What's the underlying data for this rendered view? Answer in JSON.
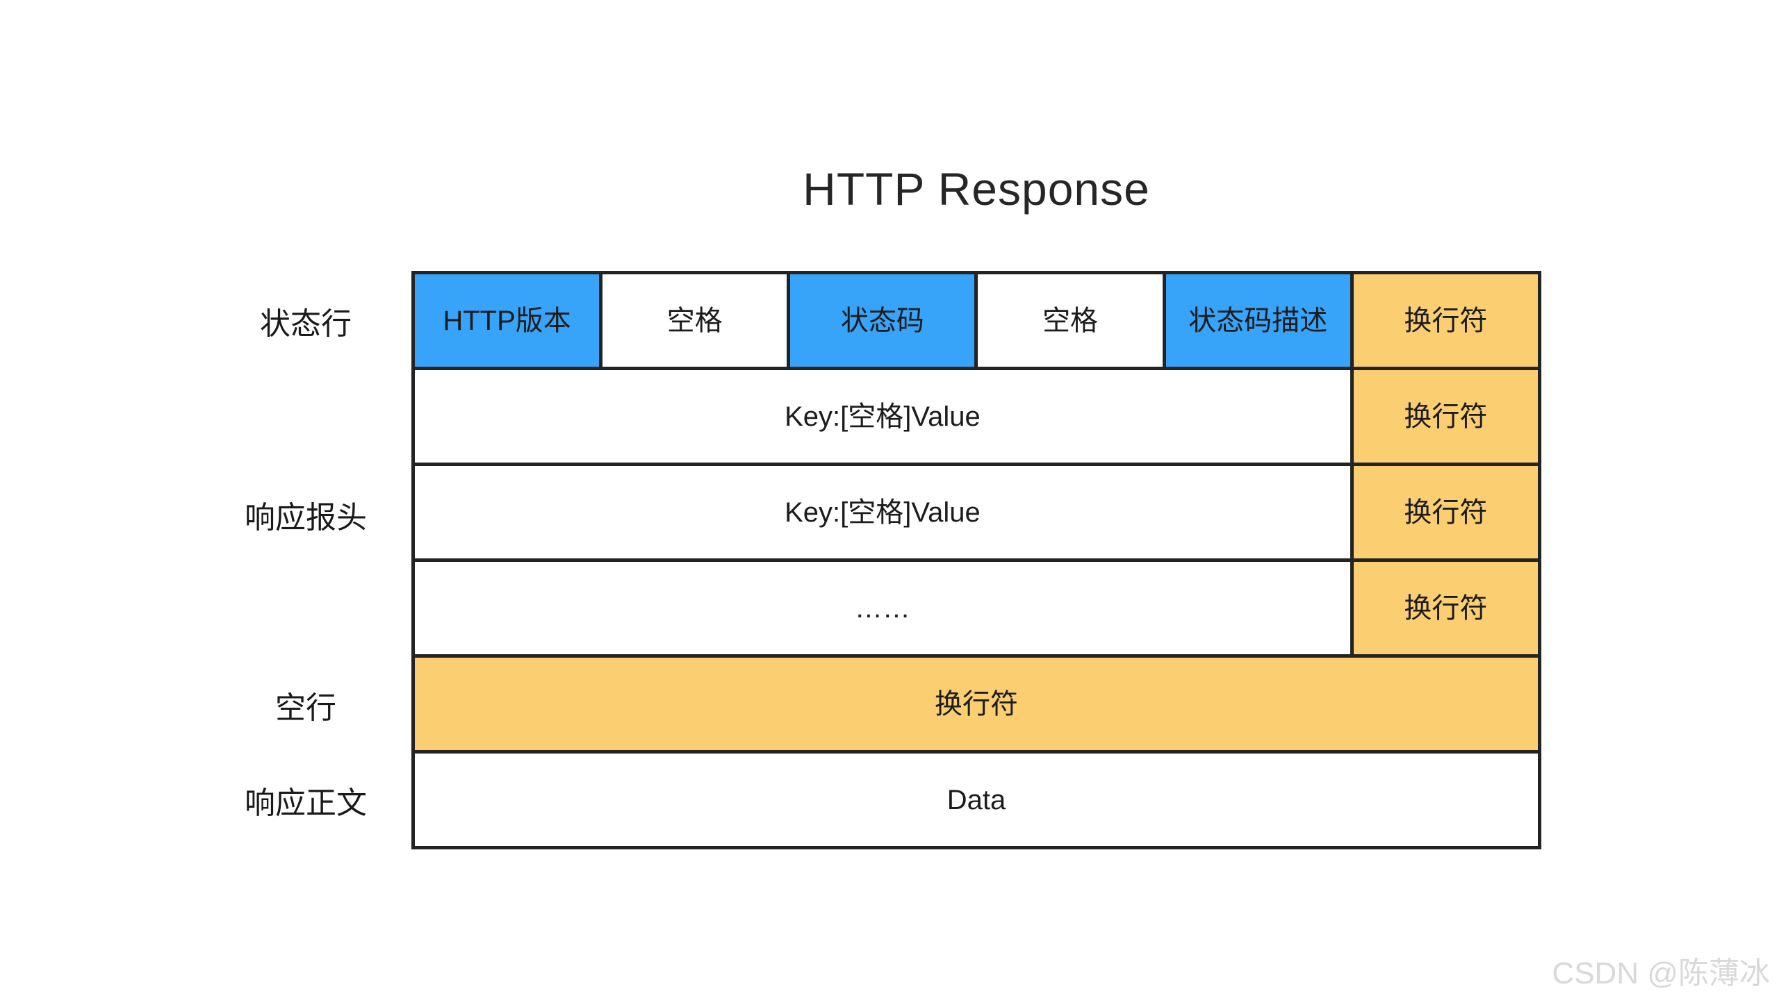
{
  "title": "HTTP Response",
  "colors": {
    "blue": "#38A4F9",
    "orange": "#FBCE72",
    "border": "#232323",
    "text": "#1C1C1C",
    "watermark": "#D9D9D9",
    "background": "#FFFFFF"
  },
  "row_labels": {
    "status_line": "状态行",
    "response_headers": "响应报头",
    "blank_line": "空行",
    "response_body": "响应正文"
  },
  "table": {
    "status_row": {
      "cells": [
        {
          "text": "HTTP版本",
          "fill": "blue"
        },
        {
          "text": "空格",
          "fill": "white"
        },
        {
          "text": "状态码",
          "fill": "blue"
        },
        {
          "text": "空格",
          "fill": "white"
        },
        {
          "text": "状态码描述",
          "fill": "blue"
        },
        {
          "text": "换行符",
          "fill": "orange"
        }
      ]
    },
    "header_rows": [
      {
        "main": "Key:[空格]Value",
        "end": "换行符"
      },
      {
        "main": "Key:[空格]Value",
        "end": "换行符"
      },
      {
        "main": "……",
        "end": "换行符"
      }
    ],
    "blank_row": {
      "text": "换行符",
      "fill": "orange"
    },
    "body_row": {
      "text": "Data",
      "fill": "white"
    }
  },
  "watermark": "CSDN @陈薄冰"
}
